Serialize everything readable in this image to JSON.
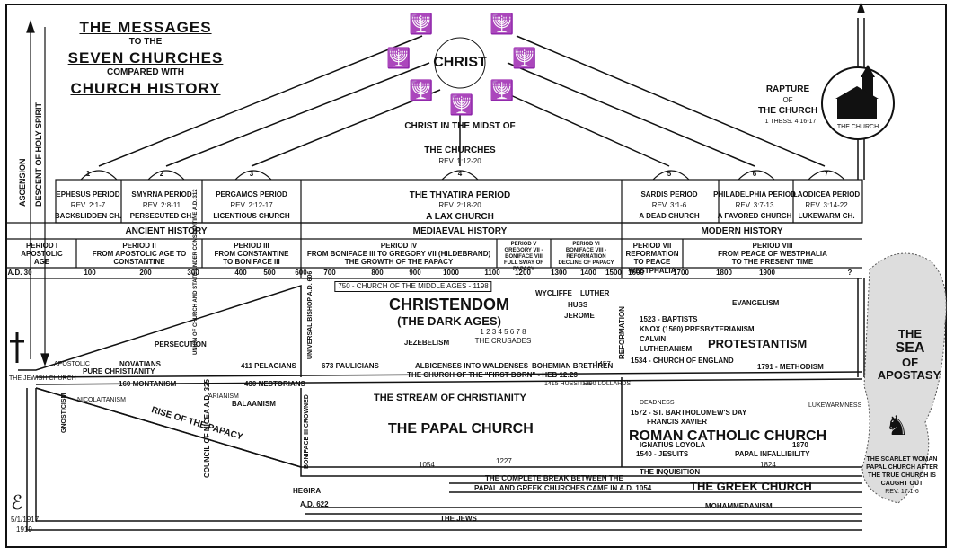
{
  "title": {
    "line1": "The Messages",
    "line2": "To The",
    "line3": "Seven Churches",
    "line4": "Compared With",
    "line5": "Church History"
  },
  "christ": {
    "label": "Christ",
    "midst1": "Christ In The Midst Of",
    "midst2": "The Churches",
    "ref": "Rev. 1:12-20"
  },
  "rapture": {
    "l1": "Rapture",
    "l2": "Of",
    "l3": "The Church",
    "ref": "1 Thess. 4:16-17",
    "church_label": "The Church"
  },
  "left_vertical": {
    "ascension": "Ascension",
    "descent": "Descent Of Holy Spirit"
  },
  "churches": [
    {
      "num": "1",
      "name": "Ephesus Period",
      "ref": "Rev. 2:1-7",
      "desc": "Backslidden Ch."
    },
    {
      "num": "2",
      "name": "Smyrna Period",
      "ref": "Rev. 2:8-11",
      "desc": "Persecuted Ch."
    },
    {
      "num": "3",
      "name": "Pergamos Period",
      "ref": "Rev. 2:12-17",
      "desc": "Licentious Church"
    },
    {
      "num": "4",
      "name": "The Thyatira Period",
      "ref": "Rev. 2:18-20",
      "desc": "A Lax Church"
    },
    {
      "num": "5",
      "name": "Sardis Period",
      "ref": "Rev. 3:1-6",
      "desc": "A Dead Church"
    },
    {
      "num": "6",
      "name": "Philadelphia Period",
      "ref": "Rev. 3:7-13",
      "desc": "A Favored Church"
    },
    {
      "num": "7",
      "name": "Laodicea Period",
      "ref": "Rev. 3:14-22",
      "desc": "Lukewarm Ch."
    }
  ],
  "eras": [
    "Ancient History",
    "Mediaeval History",
    "Modern History"
  ],
  "periods": [
    {
      "head": "Period I",
      "l1": "Apostolic",
      "l2": "Age"
    },
    {
      "head": "Period II",
      "l1": "From Apostolic Age To",
      "l2": "Constantine"
    },
    {
      "head": "Period III",
      "l1": "From Constantine",
      "l2": "To Boniface III"
    },
    {
      "head": "Period IV",
      "l1": "From Boniface III To Gregory VII (Hildebrand)",
      "l2": "The Growth Of The Papacy"
    },
    {
      "head": "Period V",
      "l1": "Gregory VII - Boniface VIII",
      "l2": "Full Sway Of Papacy"
    },
    {
      "head": "Period VI",
      "l1": "Boniface VIII - Reformation",
      "l2": "Decline Of Papacy"
    },
    {
      "head": "Period VII",
      "l1": "Reformation",
      "l2": "To Peace Westphalia"
    },
    {
      "head": "Period VIII",
      "l1": "From Peace Of Westphalia",
      "l2": "To The Present Time"
    }
  ],
  "years": [
    "A.D. 30",
    "100",
    "200",
    "300",
    "400",
    "500",
    "600",
    "700",
    "800",
    "900",
    "1000",
    "1100",
    "1200",
    "1300",
    "1400",
    "1500",
    "1600",
    "1700",
    "1800",
    "1900",
    "?"
  ],
  "upper_labels": {
    "middle_ages": "750 - Church Of The Middle Ages - 1198",
    "christendom": "Christendom",
    "dark_ages": "(The Dark Ages)",
    "crusades": "1 2 3 4 5 6 7 8",
    "crusades_label": "The Crusades",
    "jezebelism": "Jezebelism",
    "wycliffe": "Wycliffe",
    "luther": "Luther",
    "huss": "Huss",
    "jerome": "Jerome",
    "reformation": "Reformation",
    "evangelism": "Evangelism",
    "baptists": "1523 - Baptists",
    "knox": "Knox (1560) Presbyterianism",
    "calvin": "Calvin",
    "lutheranism": "Lutheranism",
    "england": "1534 - Church Of England",
    "protestantism": "Protestantism",
    "methodism": "1791 - Methodism",
    "persecution": "Persecution",
    "union": "Union Of Church And State Under Constantine A.D. 312",
    "universal_bishop": "Universal Bishop A.D. 606",
    "apostolic": "Apostolic",
    "novatians": "Novatians",
    "pure": "Pure Christianity",
    "pelagians": "411 Pelagians",
    "paulicians": "673 Paulicians",
    "albigenses": "Albigenses Into Waldenses",
    "bohemian": "Bohemian Brethren",
    "firstborn": "The Church Of The \"First Born\" - Heb 12:23",
    "hussites": "1415 Hussites",
    "lollards": "1390 Lollards",
    "jewish_church": "The Jewish Church",
    "year_1457": "1457"
  },
  "sea": {
    "l1": "The",
    "l2": "Sea",
    "l3": "Of",
    "l4": "Apostasy"
  },
  "lower_labels": {
    "montanism": "160 Montanism",
    "nestorians": "430 Nestorians",
    "nicolaitanism": "Nicolaitanism",
    "gnosticism": "Gnosticism",
    "arianism": "Arianism",
    "balaamism": "Balaamism",
    "rise_papacy": "Rise Of The Papacy",
    "council": "Council Of Nicea A.D. 325",
    "boniface_crowned": "Boniface III Crowned",
    "stream": "The Stream Of Christianity",
    "papal_church": "The Papal Church",
    "deadness": "Deadness",
    "bartholomew": "1572 - St. Bartholomew's Day",
    "xavier": "Francis Xavier",
    "rcc": "Roman Catholic Church",
    "loyola": "Ignatius Loyola",
    "jesuits": "1540 - Jesuits",
    "infallibility": "Papal Infallibility",
    "year_1870": "1870",
    "lukewarmness": "Lukewarmness",
    "inquisition": "The Inquisition",
    "year_1227": "1227",
    "year_1824": "1824",
    "year_1054": "1054",
    "break1": "The Complete Break Between The",
    "break2": "Papal And Greek Churches Came In A.D. 1054",
    "greek": "The Greek Church",
    "hegira": "Hegira",
    "hegira_year": "A.D. 622",
    "mohammedanism": "Mohammedanism",
    "jews": "The Jews",
    "scarlet1": "The Scarlet Woman",
    "scarlet2": "Papal Church After",
    "scarlet3": "The True Church Is",
    "scarlet4": "Caught Out",
    "scarlet_ref": "Rev. 17:1-6"
  },
  "signature": {
    "date": "5/1/1917",
    "year": "1919"
  }
}
